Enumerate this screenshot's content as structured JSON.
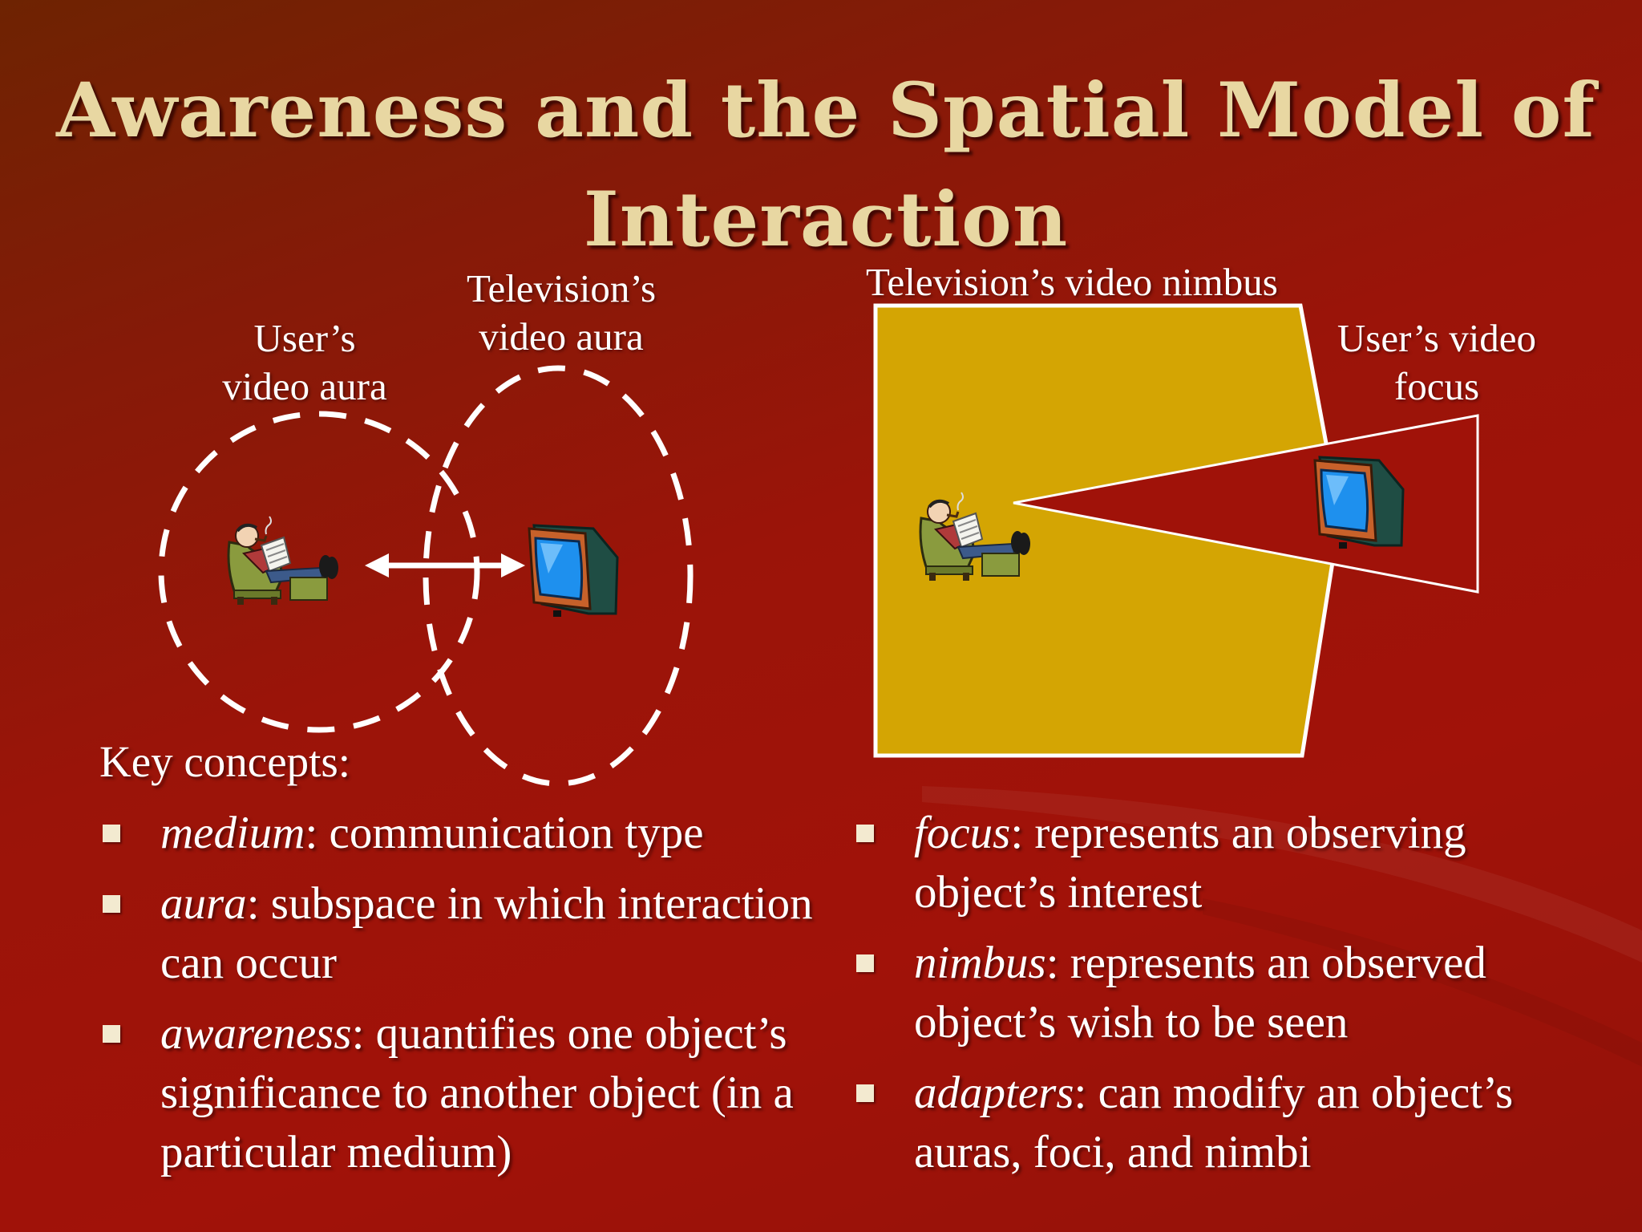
{
  "title": {
    "line1": "Awareness and the Spatial Model of",
    "line2": "Interaction"
  },
  "left_diagram": {
    "user_aura_label": {
      "line1": "User’s",
      "line2": "video aura"
    },
    "tv_aura_label": {
      "line1": "Television’s",
      "line2": "video aura"
    }
  },
  "right_diagram": {
    "nimbus_label": "Television’s video nimbus",
    "focus_label": {
      "line1": "User’s video",
      "line2": "focus"
    }
  },
  "key_concepts": {
    "heading": "Key concepts:",
    "left": [
      {
        "term": "medium",
        "text": ": communication type"
      },
      {
        "term": "aura",
        "text": ": subspace in which interaction can occur"
      },
      {
        "term": "awareness",
        "text": ": quantifies one object’s significance to another object (in a particular medium)"
      }
    ],
    "right": [
      {
        "term": "focus",
        "text": ": represents an observing object’s interest"
      },
      {
        "term": "nimbus",
        "text": ": represents an observed object’s wish to be seen"
      },
      {
        "term": "adapters",
        "text": ": can modify an object’s auras, foci, and nimbi"
      }
    ]
  },
  "colors": {
    "title": "#e8d7a2",
    "nimbus_fill": "#d4a503",
    "background": "#9b1409"
  }
}
